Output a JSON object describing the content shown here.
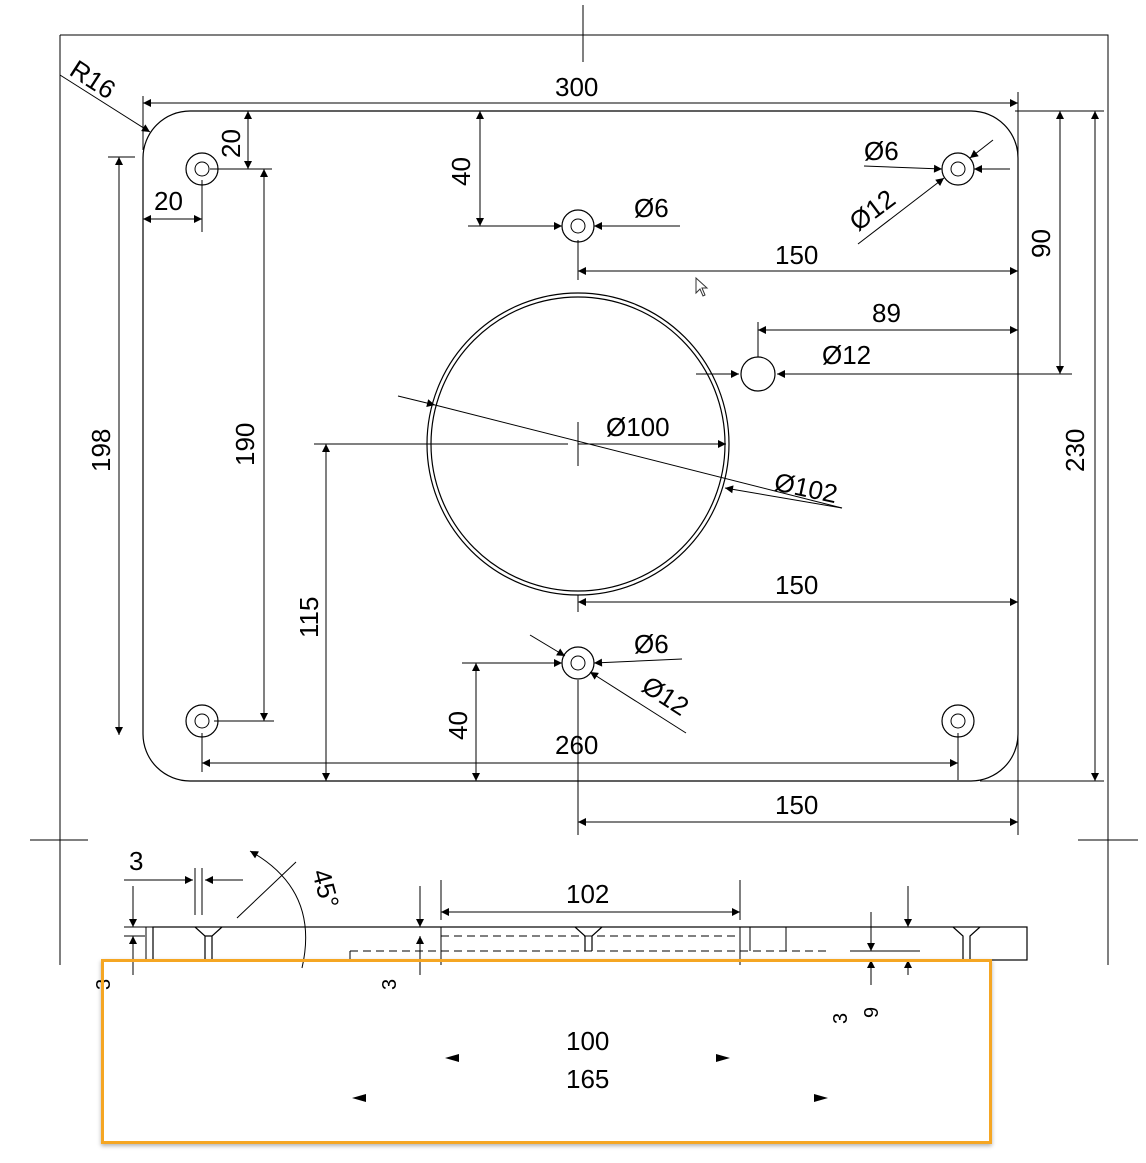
{
  "drawing": {
    "top_view": {
      "radius_label": "R16",
      "width_label": "300",
      "height_label": "230",
      "hole_offset_x_label": "20",
      "hole_offset_y_label": "20",
      "top_hole_offset_label": "40",
      "top_hole_dia_label": "Ø6",
      "tr_hole_small_dia_label": "Ø6",
      "tr_hole_large_dia_label": "Ø12",
      "top_center_to_right_label": "150",
      "side_hole_offset_label": "89",
      "side_hole_dia_label": "Ø12",
      "side_hole_vertical_label": "90",
      "hole_spacing_vertical_label": "198",
      "hole_spacing_190_label": "190",
      "center_height_label": "115",
      "inner_circle_label": "Ø100",
      "outer_circle_label": "Ø102",
      "center_to_right_label": "150",
      "bottom_hole_small_label": "Ø6",
      "bottom_hole_large_label": "Ø12",
      "bottom_hole_offset_label": "40",
      "hole_spacing_horizontal_label": "260",
      "bottom_center_to_right_label": "150"
    },
    "side_view": {
      "counterbore_label": "3",
      "angle_label": "45°",
      "recess_width_label": "102",
      "left_thickness_label": "3",
      "mid_thickness_label": "3",
      "right_step_label": "3",
      "total_thickness_label": "9",
      "inner_width_label": "100",
      "outer_width_label": "165"
    }
  },
  "selection_color": "#f5a623"
}
